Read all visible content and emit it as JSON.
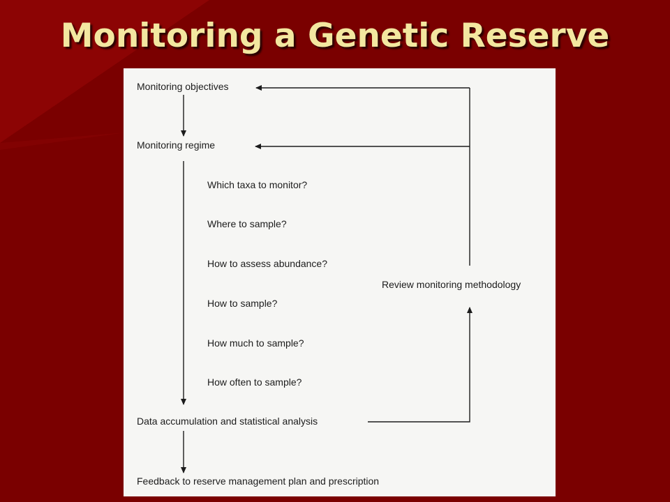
{
  "slide": {
    "title": "Monitoring a Genetic Reserve",
    "colors": {
      "background": "#7a0000",
      "background_highlight": "#8c0404",
      "title": "#f3e7a0",
      "figure_background": "#f6f6f4",
      "figure_ink": "#1c1c1c"
    }
  },
  "diagram": {
    "nodes": {
      "objectives": "Monitoring objectives",
      "regime": "Monitoring regime",
      "analysis": "Data accumulation and statistical analysis",
      "feedback": "Feedback to reserve management plan and prescription",
      "review": "Review monitoring methodology"
    },
    "regime_questions": [
      "Which taxa to monitor?",
      "Where to sample?",
      "How to assess abundance?",
      "How to sample?",
      "How much to sample?",
      "How often to sample?"
    ]
  }
}
